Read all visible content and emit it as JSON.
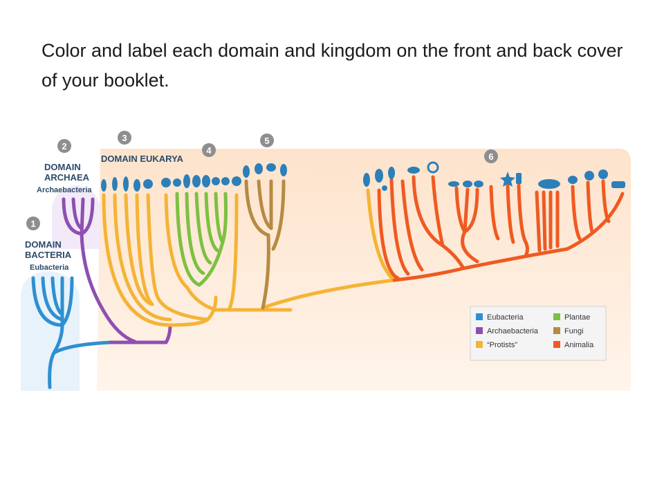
{
  "title": "Color and label each domain and kingdom on the front and back cover of your booklet.",
  "colors": {
    "eubacteria": "#2f8fd1",
    "archaebacteria": "#8e4fb1",
    "protists": "#f5b335",
    "plantae": "#7cc142",
    "fungi": "#b78a43",
    "animalia": "#ef5a22",
    "background": "#fde9d7",
    "marker": "#8e8e8e",
    "silhouette": "#2c7fb8"
  },
  "markers": [
    "1",
    "2",
    "3",
    "4",
    "5",
    "6"
  ],
  "labels": {
    "domain_bacteria_1": "DOMAIN",
    "domain_bacteria_2": "BACTERIA",
    "eubacteria": "Eubacteria",
    "domain_archaea_1": "DOMAIN",
    "domain_archaea_2": "ARCHAEA",
    "archaebacteria": "Archaebacteria",
    "domain_eukarya": "DOMAIN EUKARYA"
  },
  "legend": [
    {
      "label": "Eubacteria",
      "color_key": "eubacteria"
    },
    {
      "label": "Archaebacteria",
      "color_key": "archaebacteria"
    },
    {
      "label": "“Protists”",
      "color_key": "protists"
    },
    {
      "label": "Plantae",
      "color_key": "plantae"
    },
    {
      "label": "Fungi",
      "color_key": "fungi"
    },
    {
      "label": "Animalia",
      "color_key": "animalia"
    }
  ]
}
